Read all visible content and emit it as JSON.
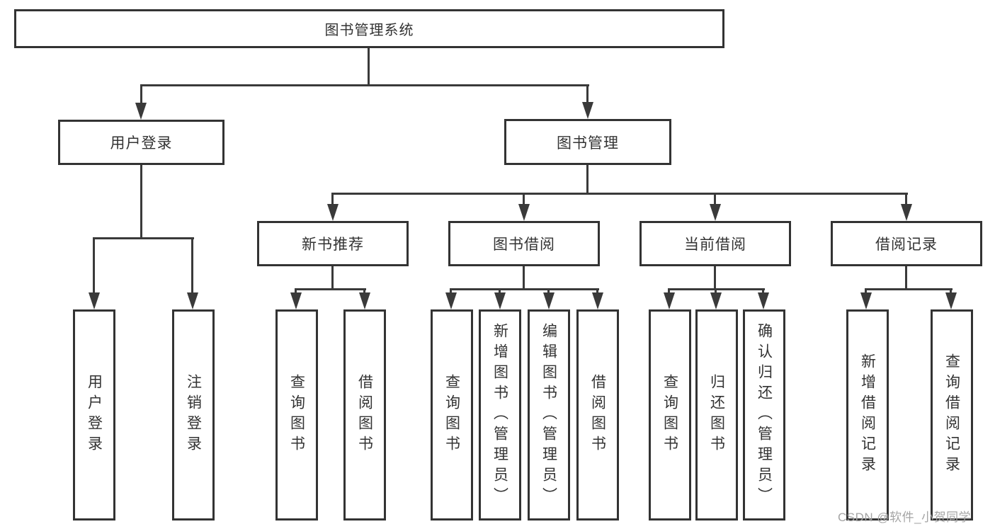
{
  "diagram": {
    "root": {
      "label": "图书管理系统"
    },
    "branches": [
      {
        "label": "用户登录",
        "children": [
          {
            "label": "用户登录"
          },
          {
            "label": "注销登录"
          }
        ]
      },
      {
        "label": "图书管理",
        "children": [
          {
            "label": "新书推荐",
            "children": [
              {
                "label": "查询图书"
              },
              {
                "label": "借阅图书"
              }
            ]
          },
          {
            "label": "图书借阅",
            "children": [
              {
                "label": "查询图书"
              },
              {
                "label": "新增图书（管理员）"
              },
              {
                "label": "编辑图书（管理员）"
              },
              {
                "label": "借阅图书"
              }
            ]
          },
          {
            "label": "当前借阅",
            "children": [
              {
                "label": "查询图书"
              },
              {
                "label": "归还图书"
              },
              {
                "label": "确认归还（管理员）"
              }
            ]
          },
          {
            "label": "借阅记录",
            "children": [
              {
                "label": "新增借阅记录"
              },
              {
                "label": "查询借阅记录"
              }
            ]
          }
        ]
      }
    ],
    "watermark": {
      "text": "CSDN @软件_小贺同学"
    },
    "colors": {
      "line": "#3a3a3a",
      "border": "#333333",
      "text": "#333333",
      "watermark": "#a5a5a5",
      "background": "#ffffff"
    }
  }
}
